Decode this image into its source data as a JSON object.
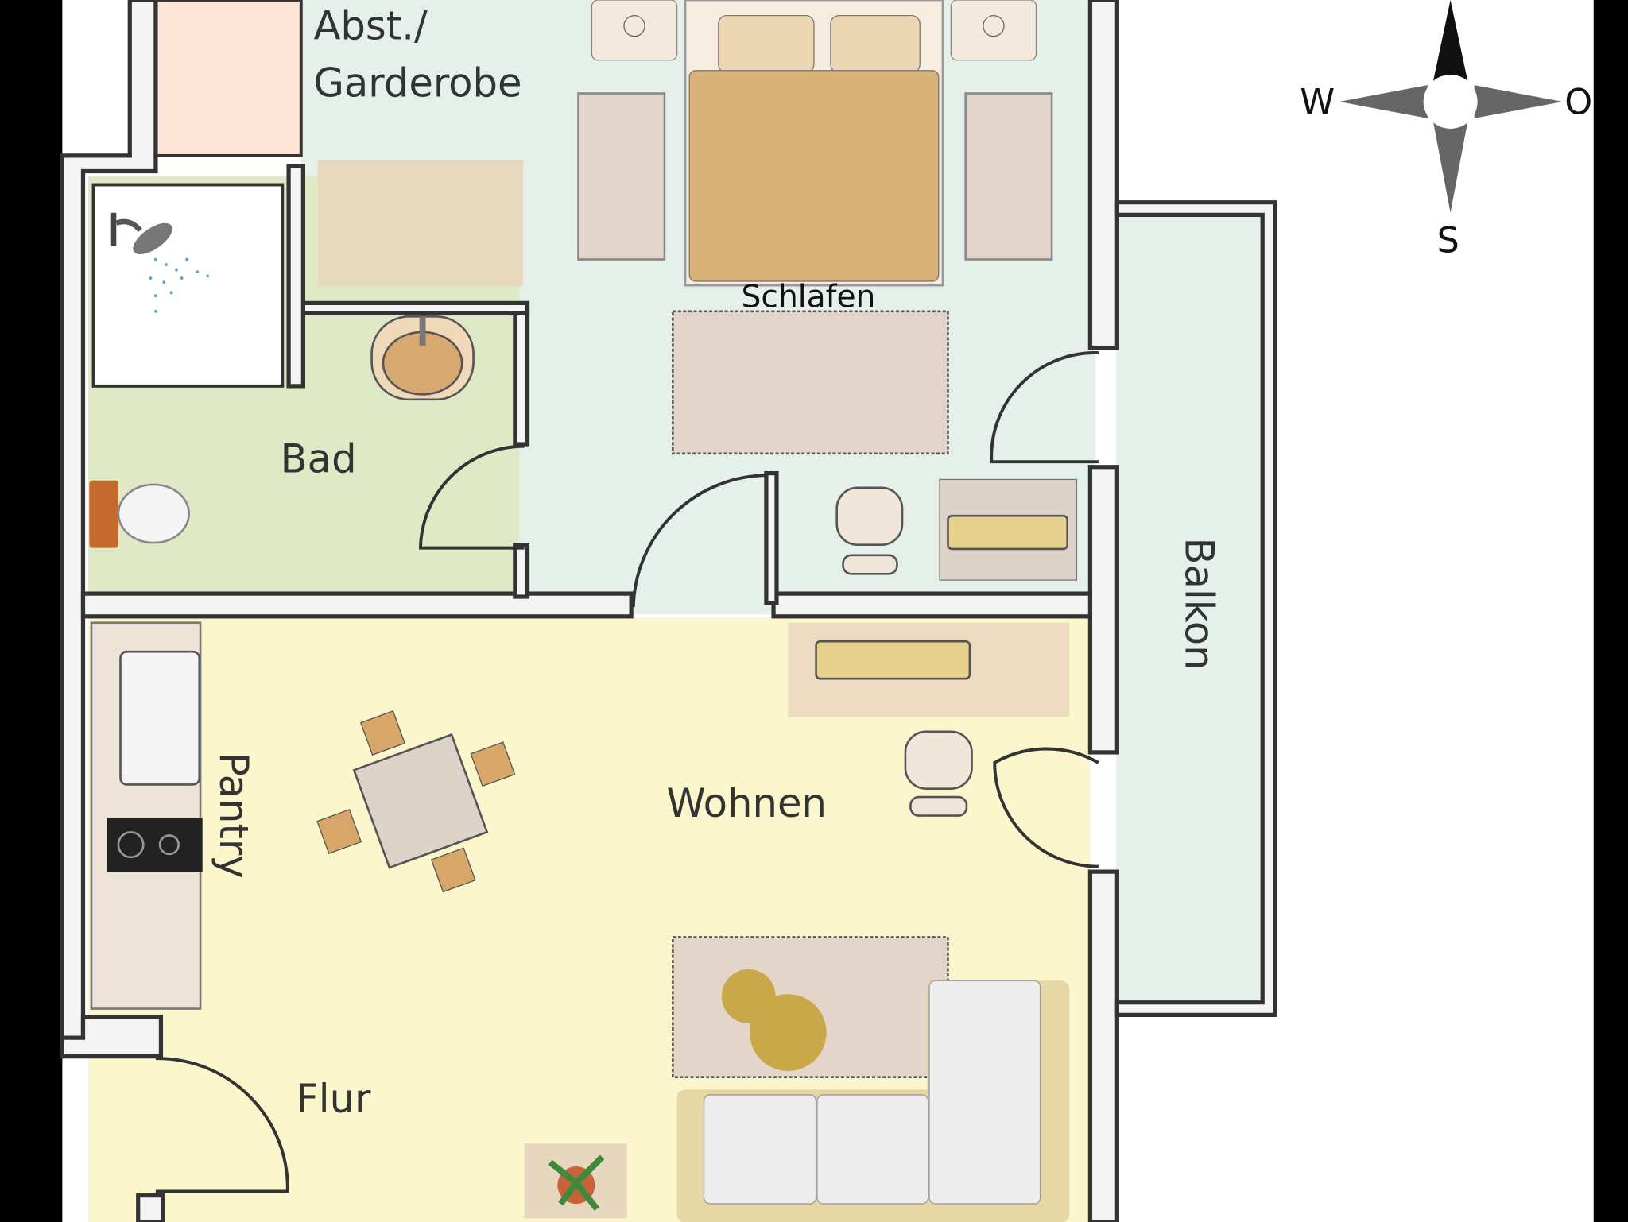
{
  "rooms": {
    "abstellraum": "Abst./",
    "garderobe": "Garderobe",
    "schlafen": "Schlafen",
    "bad": "Bad",
    "wohnen": "Wohnen",
    "pantry": "Pantry",
    "flur": "Flur",
    "balkon": "Balkon"
  },
  "compass": {
    "west": "W",
    "east": "O",
    "south": "S"
  },
  "colors": {
    "schlafen": "#e4f0e9",
    "bad": "#dfe9c6",
    "wohnen": "#fbf6cb",
    "abst": "#fde6d6",
    "rug": "#e8d8bf",
    "bed": "#d9b27a"
  }
}
